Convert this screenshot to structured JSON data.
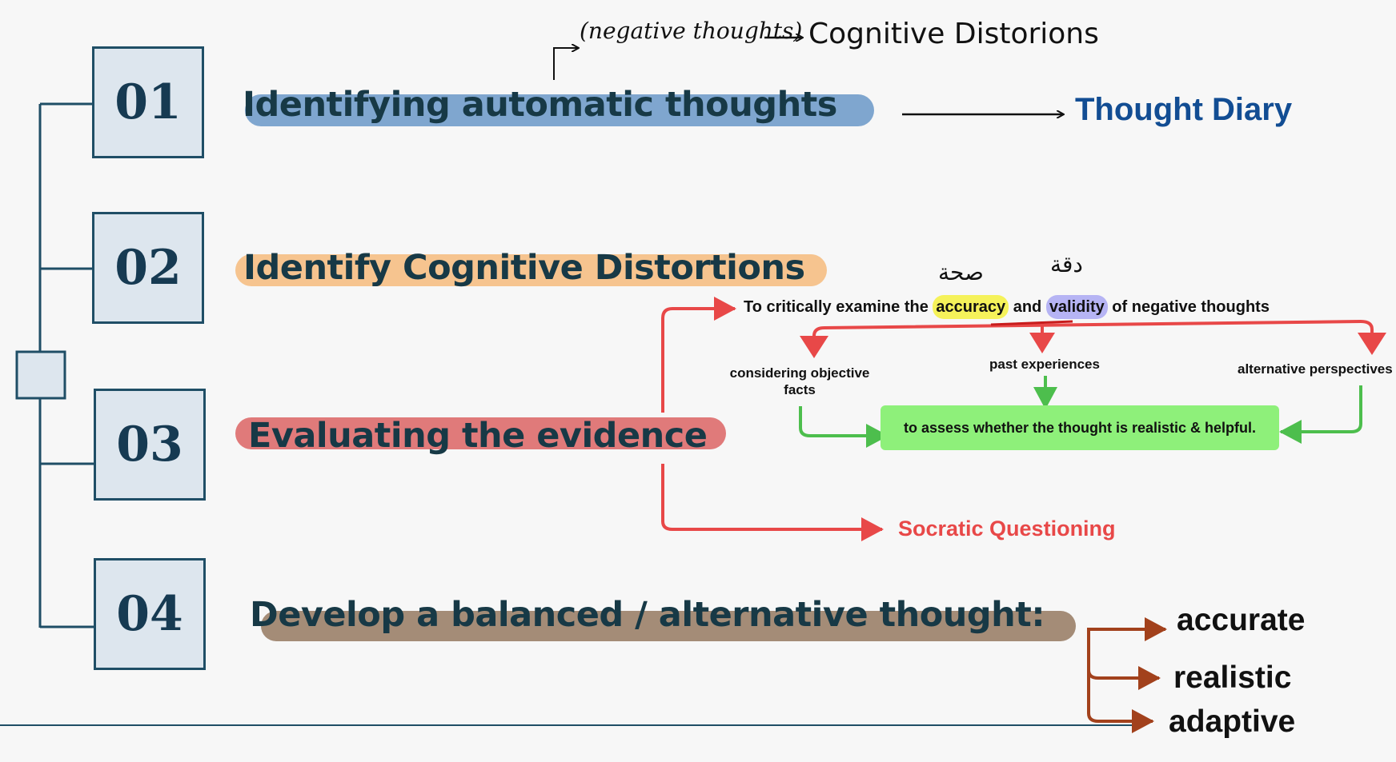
{
  "handwritten": {
    "negative_thoughts": "(negative thoughts)",
    "cognitive_distortions": "Cognitive Distorions",
    "arabic_accuracy": "صحة",
    "arabic_validity": "دقة"
  },
  "steps": [
    {
      "number": "01",
      "label": "Identifying automatic thoughts"
    },
    {
      "number": "02",
      "label": "Identify Cognitive Distortions"
    },
    {
      "number": "03",
      "label": "Evaluating the evidence"
    },
    {
      "number": "04",
      "label": "Develop a balanced / alternative thought:"
    }
  ],
  "step1_link": "Thought Diary",
  "examine": {
    "prefix": "To critically examine the ",
    "accuracy": "accuracy",
    "and": " and ",
    "validity": "validity",
    "suffix": " of negative thoughts"
  },
  "branches": {
    "objective": "considering objective facts",
    "past": "past experiences",
    "alternative": "alternative perspectives"
  },
  "assess": "to assess whether the thought is realistic & helpful.",
  "socratic": "Socratic Questioning",
  "qualities": [
    "accurate",
    "realistic",
    "adaptive"
  ],
  "colors": {
    "step1_highlight": "#7fa6cf",
    "step2_highlight": "#f6c48f",
    "step3_highlight": "#e07a7a",
    "step4_highlight": "#a48c77",
    "navy": "#163a52",
    "thought_diary": "#124d93",
    "red_arrow": "#e84848",
    "green_arrow": "#4dbe4d",
    "green_box": "#8ef07a",
    "brown_arrow": "#a2411c"
  }
}
